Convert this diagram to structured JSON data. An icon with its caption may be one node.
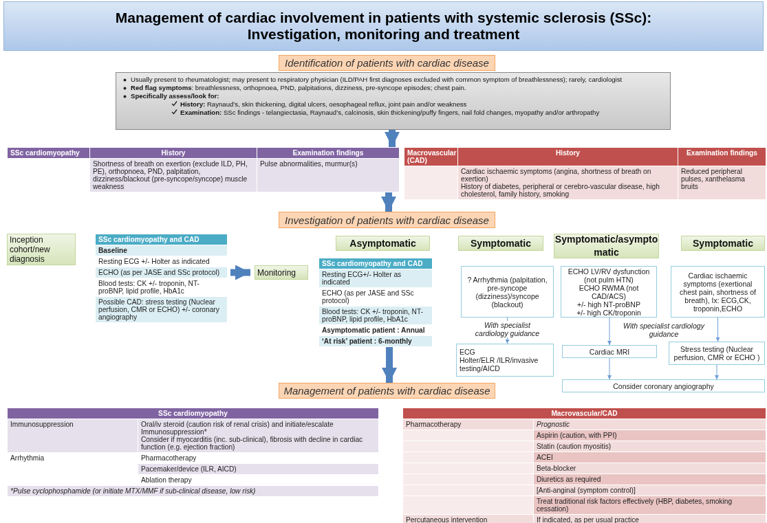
{
  "diagram": {
    "title": "Management of cardiac involvement in patients with systemic sclerosis (SSc): Investigation, monitoring and treatment",
    "nodes": [
      {
        "text": [
          "Identification of patients with cardiac disease"
        ]
      },
      {
        "text": [
          "Usually present to rheumatologist; may present to respiratory physician (ILD/PAH first diagnoses excluded with common symptom of breathlessness); rarely, cardiologist",
          "**Red flag symptoms**: breathlessness, orthopnoea, PND, palpitations, dizziness, pre-syncope episodes; chest pain.",
          "**Specifically assess/look for:**",
          "**History:** Raynaud’s, skin thickening, digital ulcers, oesophageal reflux, joint pain and/or weakness",
          "**Examination:** SSc findings - telangiectasia, Raynaud’s, calcinosis, skin thickening/puffy fingers, nail fold changes, myopathy and/or arthropathy"
        ]
      },
      {
        "text": [
          "SSc cardiomyopathy",
          "History",
          "Examination findings",
          "Shortness of breath on exertion (exclude ILD, PH, PE), orthopnoea, PND, palpitation, dizziness/blackout (pre-syncope/syncope) muscle weakness",
          "Pulse abnormalities, murmur(s)"
        ]
      },
      {
        "text": [
          "Macrovascular (CAD)",
          "History",
          "Examination findings",
          "Cardiac ischaemic symptoms (angina, shortness of breath on exertion)",
          "History of diabetes, peripheral or cerebro-vascular disease, high cholesterol, family history, smoking",
          "Reduced peripheral pulses, xanthelasma bruits"
        ]
      },
      {
        "text": [
          "Investigation of patients with cardiac disease"
        ]
      },
      {
        "text": [
          "Inception cohort/new diagnosis"
        ]
      },
      {
        "text": [
          "SSc cardiomyopathy and CAD",
          "Baseline",
          "Resting ECG +/- Holter as indicated",
          "ECHO (as per JASE and SSc protocol)",
          "Blood tests: CK +/- troponin, NT-proBNP, lipid profile, HbA1c",
          "Possible CAD: stress testing (Nuclear perfusion, CMR or ECHO) +/- coronary angiography"
        ]
      },
      {
        "text": [
          "Monitoring"
        ]
      },
      {
        "text": [
          "Asymptomatic"
        ]
      },
      {
        "text": [
          "SSc cardiomyopathy and CAD",
          "Resting ECG+/- Holter as indicated",
          "ECHO (as per JASE and SSc protocol)",
          "Blood tests: CK +/- troponin, NT-proBNP, lipid profile, HbA1c",
          "Asymptomatic patient : Annual",
          "‘At risk’ patient : 6-monthly"
        ]
      },
      {
        "text": [
          "Symptomatic"
        ]
      },
      {
        "text": [
          "? Arrhythmia (palpitation, pre-syncope (dizziness)/syncope (blackout)"
        ]
      },
      {
        "text": [
          "ECG",
          "Holter/ELR /ILR/invasive testing/AICD"
        ]
      },
      {
        "text": [
          "Symptomatic/asymptomatic"
        ]
      },
      {
        "text": [
          "ECHO LV/RV dysfunction (not pulm HTN)",
          "ECHO RWMA (not CAD/ACS)",
          "+/- high NT-proBNP",
          "+/- high CK/troponin"
        ]
      },
      {
        "text": [
          "Cardiac MRI"
        ]
      },
      {
        "text": [
          "Symptomatic"
        ]
      },
      {
        "text": [
          "Cardiac ischaemic symptoms (exertional chest pain, shortness of breath), Ix: ECG,CK, troponin,ECHO"
        ]
      },
      {
        "text": [
          "Stress testing (Nuclear perfusion, CMR or ECHO )"
        ]
      },
      {
        "text": [
          "Consider coronary angiography"
        ]
      },
      {
        "text": [
          "Management of patients with cardiac disease"
        ]
      },
      {
        "text": [
          "SSc cardiomyopathy",
          "Immunosuppression",
          "Oral/iv steroid (caution risk of renal crisis) and initiate/escalate Immunosuppression*",
          "Consider if myocarditis (inc. sub-clinical), fibrosis with decline in cardiac function (e.g. ejection fraction)",
          "Arrhythmia",
          "Pharmacotherapy",
          "Pacemaker/device (ILR, AICD)",
          "Ablation therapy",
          "*Pulse cyclophosphamide (or initiate MTX/MMF if sub-clinical disease, low risk)"
        ]
      },
      {
        "text": [
          "Macrovascular/CAD",
          "Pharmacotherapy",
          "Prognostic",
          "Aspirin (caution, with PPI)",
          "Statin (caution myositis)",
          "ACEI",
          "Beta-blocker",
          "Diuretics as required",
          "[Anti-anginal (symptom control)]",
          "Treat traditional risk factors effectively (HBP, diabetes, smoking cessation)",
          "Percutaneous intervention",
          "If indicated, as per usual practice"
        ]
      }
    ],
    "edges": [
      {
        "from": 1,
        "to": 2,
        "arrow": "to",
        "style": "thick",
        "color": "#4f81bd"
      },
      {
        "from": 2,
        "to": 4,
        "arrow": "to",
        "style": "thick",
        "color": "#4f81bd"
      },
      {
        "from": 6,
        "to": 7,
        "arrow": "to",
        "style": "thick",
        "color": "#4f81bd"
      },
      {
        "from": 9,
        "to": 20,
        "arrow": "to",
        "style": "thick",
        "color": "#4f81bd"
      },
      {
        "from": 11,
        "to": 12,
        "arrow": "to",
        "label": "With specialist cardiology guidance"
      },
      {
        "from": 14,
        "to": 15,
        "arrow": "to"
      },
      {
        "from": 15,
        "to": 19,
        "arrow": "to"
      },
      {
        "from": 17,
        "to": 18,
        "arrow": "to"
      },
      {
        "from": 18,
        "to": 19,
        "arrow": "to"
      }
    ],
    "labels": [
      "With specialist cardiology guidance"
    ]
  }
}
